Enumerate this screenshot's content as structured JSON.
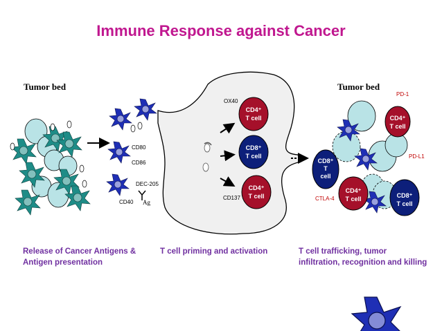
{
  "title": "Immune Response against Cancer",
  "tumor_bed_left": "Tumor bed",
  "tumor_bed_right": "Tumor bed",
  "markers": {
    "cd80": "CD80",
    "cd86": "CD86",
    "dec205": "DEC-205",
    "cd40": "CD40",
    "ag": "Ag",
    "ox40": "OX40",
    "cd137": "CD137",
    "pd1": "PD-1",
    "pdl1": "PD-L1",
    "ctla4": "CTLA-4"
  },
  "cells": {
    "cd4": "CD4⁺",
    "cd8": "CD8⁺",
    "t_cell": "T cell",
    "t": "T",
    "cell": "cell"
  },
  "captions": {
    "left_line1": "Release of Cancer Antigens &",
    "left_line2": "Antigen presentation",
    "middle": "T cell priming and activation",
    "right_line1": "T cell trafficking, tumor",
    "right_line2": "infiltration, recognition and killing"
  },
  "colors": {
    "title": "#c0178f",
    "caption": "#7030a0",
    "teal_tumor": "#1e8c87",
    "light_tumor": "#b9e3e6",
    "dendritic": "#1f2fb5",
    "cd4_red": "#a5102a",
    "cd8_navy": "#0d1f7a",
    "lymph_node": "#f0f0f0"
  }
}
